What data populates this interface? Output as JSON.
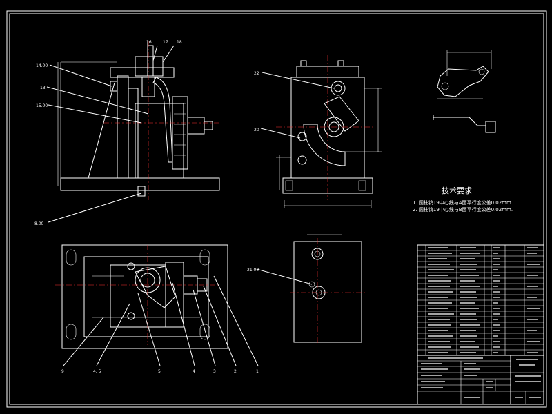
{
  "colors": {
    "background": "#000000",
    "lines": "#ffffff",
    "centerlines": "#ff3333"
  },
  "technical_requirements": {
    "title": "技术要求",
    "items": [
      "1. 圆柱销19中心线与A面平行度公差0.02mm.",
      "2. 圆柱销19中心线与B面平行度公差0.02mm."
    ]
  }
}
